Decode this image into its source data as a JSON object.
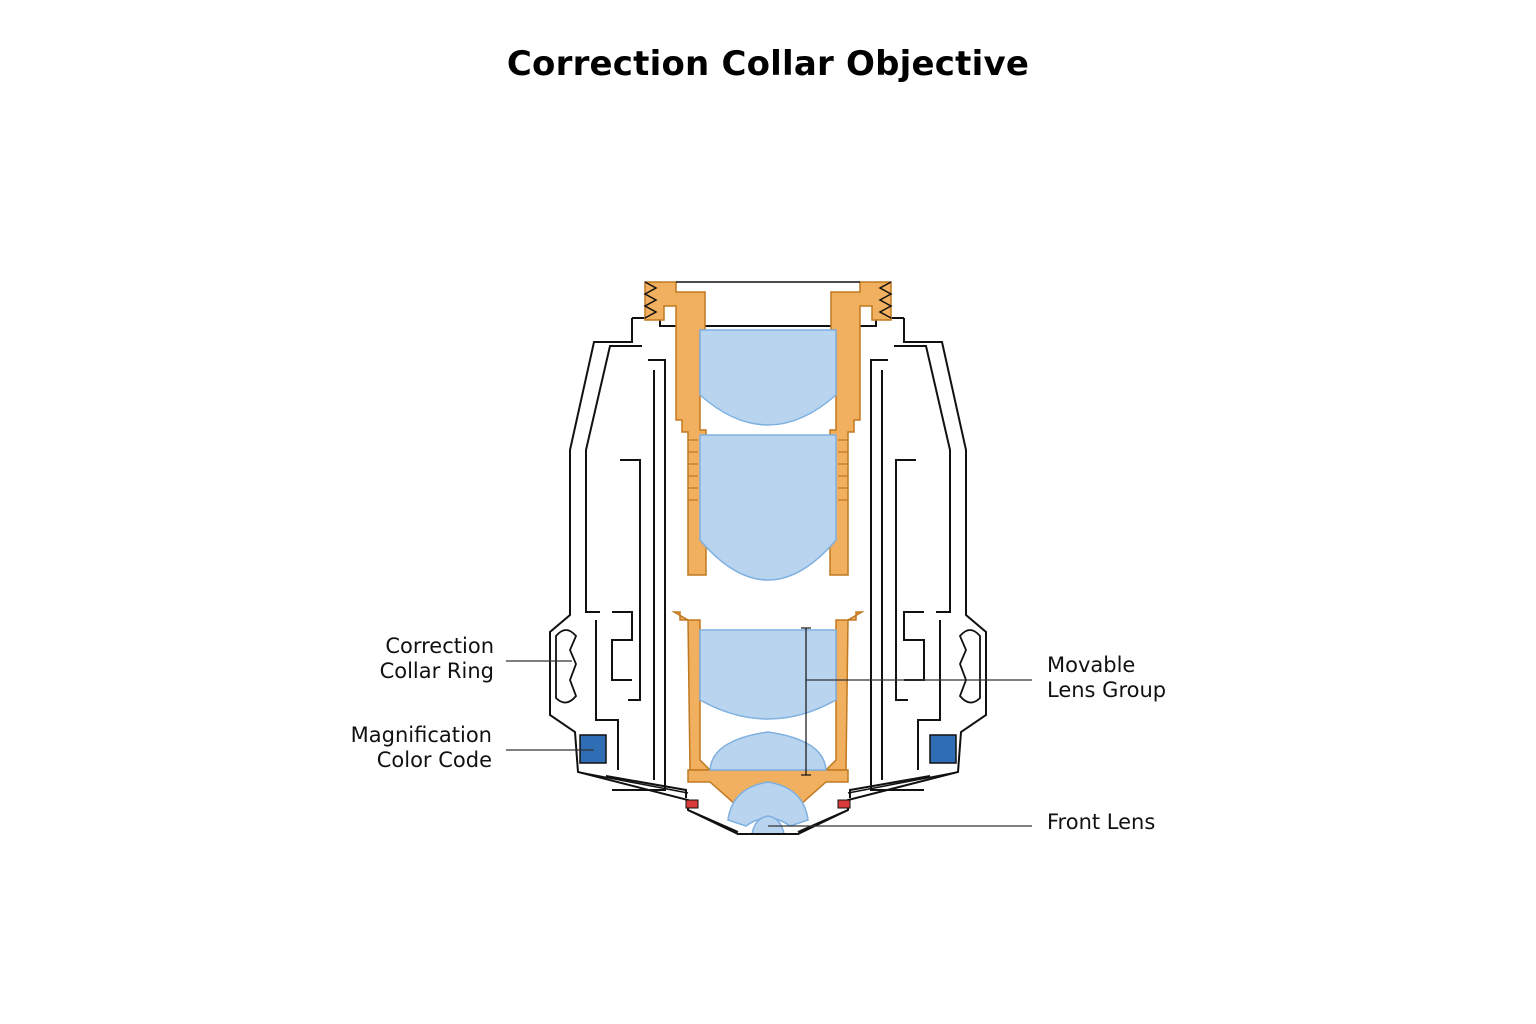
{
  "title": "Correction Collar Objective",
  "labels": {
    "correction_collar_ring": [
      "Correction",
      "Collar Ring"
    ],
    "magnification_color_code": [
      "Magnification",
      "Color Code"
    ],
    "movable_lens_group": [
      "Movable",
      "Lens Group"
    ],
    "front_lens": [
      "Front Lens"
    ]
  },
  "colors": {
    "brass": "#f0b060",
    "brass_stroke": "#c07820",
    "lens_glass": "#b8d4ef",
    "lens_stroke": "#7fb0e0",
    "color_code_band": "#2f6db5",
    "seal": "#d93a3a",
    "outline": "#111111"
  }
}
